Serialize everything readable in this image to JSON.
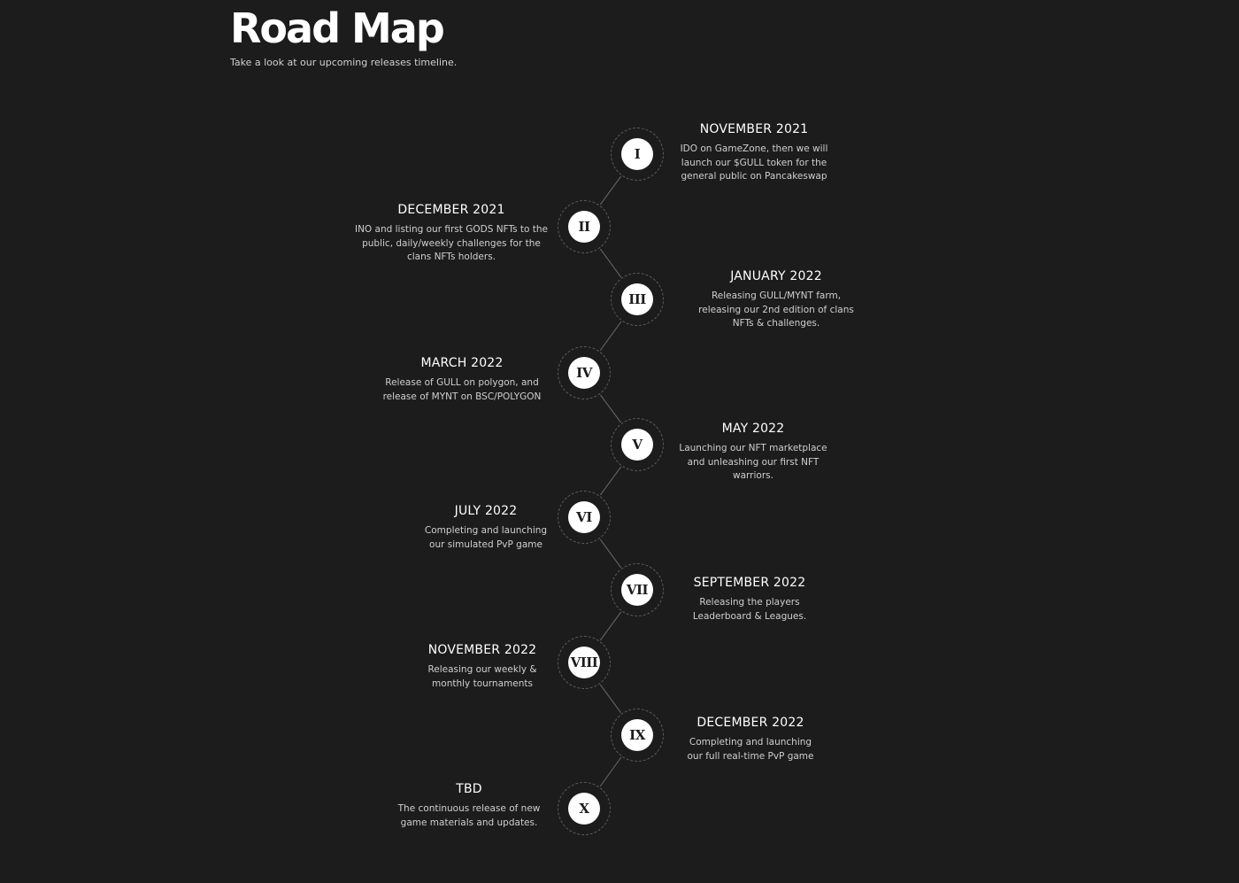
{
  "header": {
    "title": "Road Map",
    "subtitle": "Take a look at our upcoming releases timeline."
  },
  "milestones": [
    {
      "numeral": "I",
      "date": "NOVEMBER 2021",
      "description": "IDO on GameZone, then we will launch our $GULL token for the general public on Pancakeswap"
    },
    {
      "numeral": "II",
      "date": "DECEMBER 2021",
      "description": "INO and listing our first GODS NFTs to the public, daily/weekly challenges for the clans NFTs holders."
    },
    {
      "numeral": "III",
      "date": "JANUARY 2022",
      "description": "Releasing GULL/MYNT farm, releasing our 2nd edition of clans NFTs & challenges."
    },
    {
      "numeral": "IV",
      "date": "MARCH 2022",
      "description": "Release of GULL on polygon, and release of MYNT on BSC/POLYGON"
    },
    {
      "numeral": "V",
      "date": "MAY 2022",
      "description": "Launching our NFT marketplace and unleashing our first NFT warriors."
    },
    {
      "numeral": "VI",
      "date": "JULY 2022",
      "description": "Completing and launching our simulated PvP game"
    },
    {
      "numeral": "VII",
      "date": "SEPTEMBER 2022",
      "description": "Releasing the players Leaderboard & Leagues."
    },
    {
      "numeral": "VIII",
      "date": "NOVEMBER 2022",
      "description": "Releasing our weekly & monthly tournaments"
    },
    {
      "numeral": "IX",
      "date": "DECEMBER 2022",
      "description": "Completing and launching our full real-time PvP game"
    },
    {
      "numeral": "X",
      "date": "TBD",
      "description": "The continuous release of new game materials and updates."
    }
  ]
}
